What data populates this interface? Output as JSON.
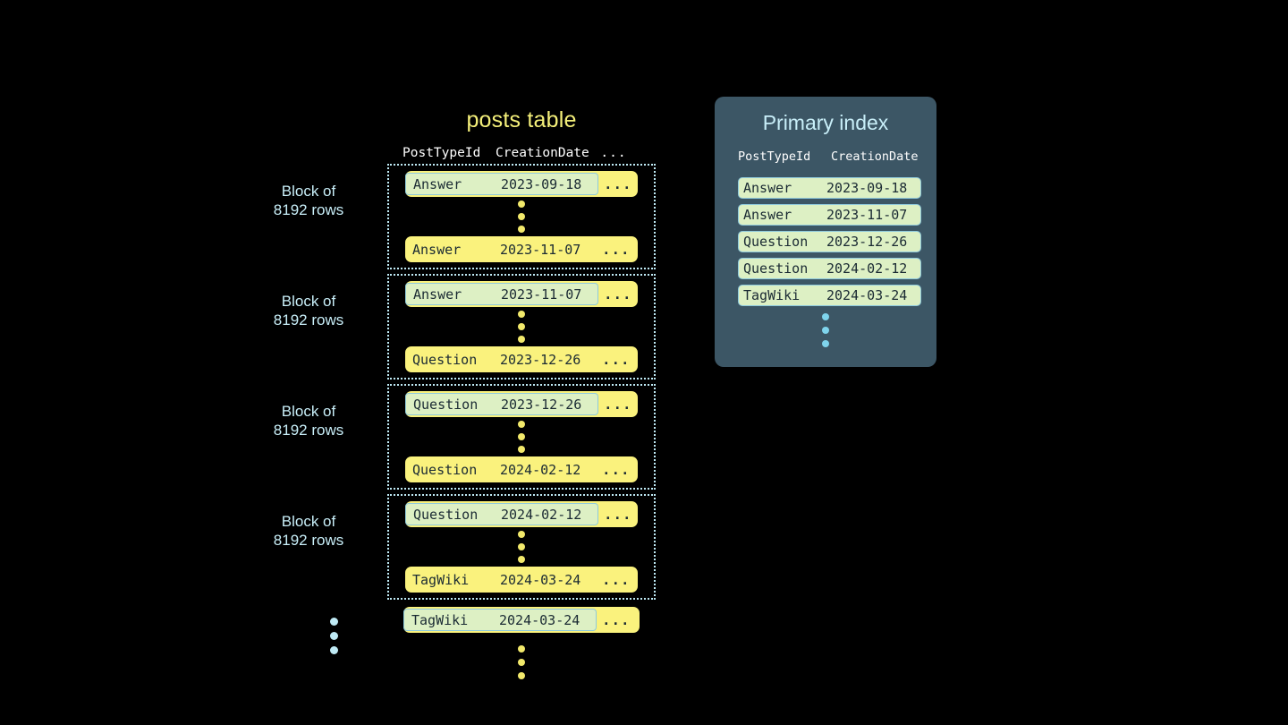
{
  "posts_table": {
    "title": "posts table",
    "columns": {
      "post_type_id": "PostTypeId",
      "creation_date": "CreationDate",
      "rest": "..."
    },
    "block_label": "Block of\n8192 rows",
    "block_label_line1": "Block of",
    "block_label_line2": "8192 rows",
    "blocks": [
      {
        "first_row": {
          "type": "Answer",
          "date": "2023-09-18",
          "rest": "...",
          "keyed": true
        },
        "last_row": {
          "type": "Answer",
          "date": "2023-11-07",
          "rest": "...",
          "keyed": false
        }
      },
      {
        "first_row": {
          "type": "Answer",
          "date": "2023-11-07",
          "rest": "...",
          "keyed": true
        },
        "last_row": {
          "type": "Question",
          "date": "2023-12-26",
          "rest": "...",
          "keyed": false
        }
      },
      {
        "first_row": {
          "type": "Question",
          "date": "2023-12-26",
          "rest": "...",
          "keyed": true
        },
        "last_row": {
          "type": "Question",
          "date": "2024-02-12",
          "rest": "...",
          "keyed": false
        }
      },
      {
        "first_row": {
          "type": "Question",
          "date": "2024-02-12",
          "rest": "...",
          "keyed": true
        },
        "last_row": {
          "type": "TagWiki",
          "date": "2024-03-24",
          "rest": "...",
          "keyed": false
        }
      }
    ],
    "trailing_row": {
      "type": "TagWiki",
      "date": "2024-03-24",
      "rest": "...",
      "keyed": true
    }
  },
  "primary_index": {
    "title": "Primary index",
    "columns": {
      "post_type_id": "PostTypeId",
      "creation_date": "CreationDate"
    },
    "rows": [
      {
        "type": "Answer",
        "date": "2023-09-18"
      },
      {
        "type": "Answer",
        "date": "2023-11-07"
      },
      {
        "type": "Question",
        "date": "2023-12-26"
      },
      {
        "type": "Question",
        "date": "2024-02-12"
      },
      {
        "type": "TagWiki",
        "date": "2024-03-24"
      }
    ]
  },
  "colors": {
    "background": "#000000",
    "row_yellow": "#FAF27D",
    "key_highlight_fill": "#DDF0C4",
    "key_highlight_border": "#8FCADC",
    "block_border": "#BFEAF5",
    "index_panel": "#3C5665",
    "title_yellow": "#F5F07A",
    "title_blue": "#C8EEF8",
    "dot_yellow": "#F2E96B",
    "dot_blue": "#7FD4EC"
  }
}
